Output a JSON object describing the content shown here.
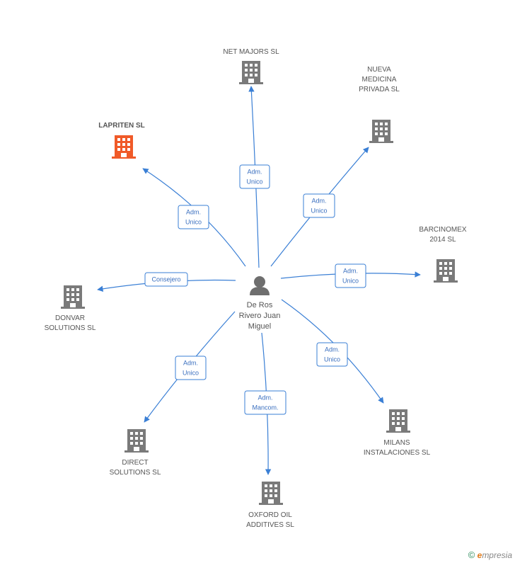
{
  "person": {
    "name_lines": [
      "De Ros",
      "Rivero Juan",
      "Miguel"
    ]
  },
  "companies": [
    {
      "id": "net-majors",
      "lines": [
        "NET MAJORS SL"
      ],
      "highlight": false,
      "role": [
        "Adm.",
        "Unico"
      ]
    },
    {
      "id": "nueva-medicina",
      "lines": [
        "NUEVA",
        "MEDICINA",
        "PRIVADA SL"
      ],
      "highlight": false,
      "role": [
        "Adm.",
        "Unico"
      ]
    },
    {
      "id": "lapriten",
      "lines": [
        "LAPRITEN SL"
      ],
      "highlight": true,
      "role": [
        "Adm.",
        "Unico"
      ]
    },
    {
      "id": "barcinomex",
      "lines": [
        "BARCINOMEX",
        "2014  SL"
      ],
      "highlight": false,
      "role": [
        "Adm.",
        "Unico"
      ]
    },
    {
      "id": "donvar",
      "lines": [
        "DONVAR",
        "SOLUTIONS SL"
      ],
      "highlight": false,
      "role": [
        "Consejero"
      ]
    },
    {
      "id": "milans",
      "lines": [
        "MILANS",
        "INSTALACIONES SL"
      ],
      "highlight": false,
      "role": [
        "Adm.",
        "Unico"
      ]
    },
    {
      "id": "direct",
      "lines": [
        "DIRECT",
        "SOLUTIONS SL"
      ],
      "highlight": false,
      "role": [
        "Adm.",
        "Unico"
      ]
    },
    {
      "id": "oxford",
      "lines": [
        "OXFORD OIL",
        "ADDITIVES  SL"
      ],
      "highlight": false,
      "role": [
        "Adm.",
        "Mancom."
      ]
    }
  ],
  "colors": {
    "edge": "#3a7fd5",
    "building": "#7a7a7a",
    "building_highlight": "#f05a28",
    "person": "#6e6e6e"
  },
  "footer": {
    "copyright": "©",
    "brand_initial": "e",
    "brand_rest": "mpresia"
  }
}
